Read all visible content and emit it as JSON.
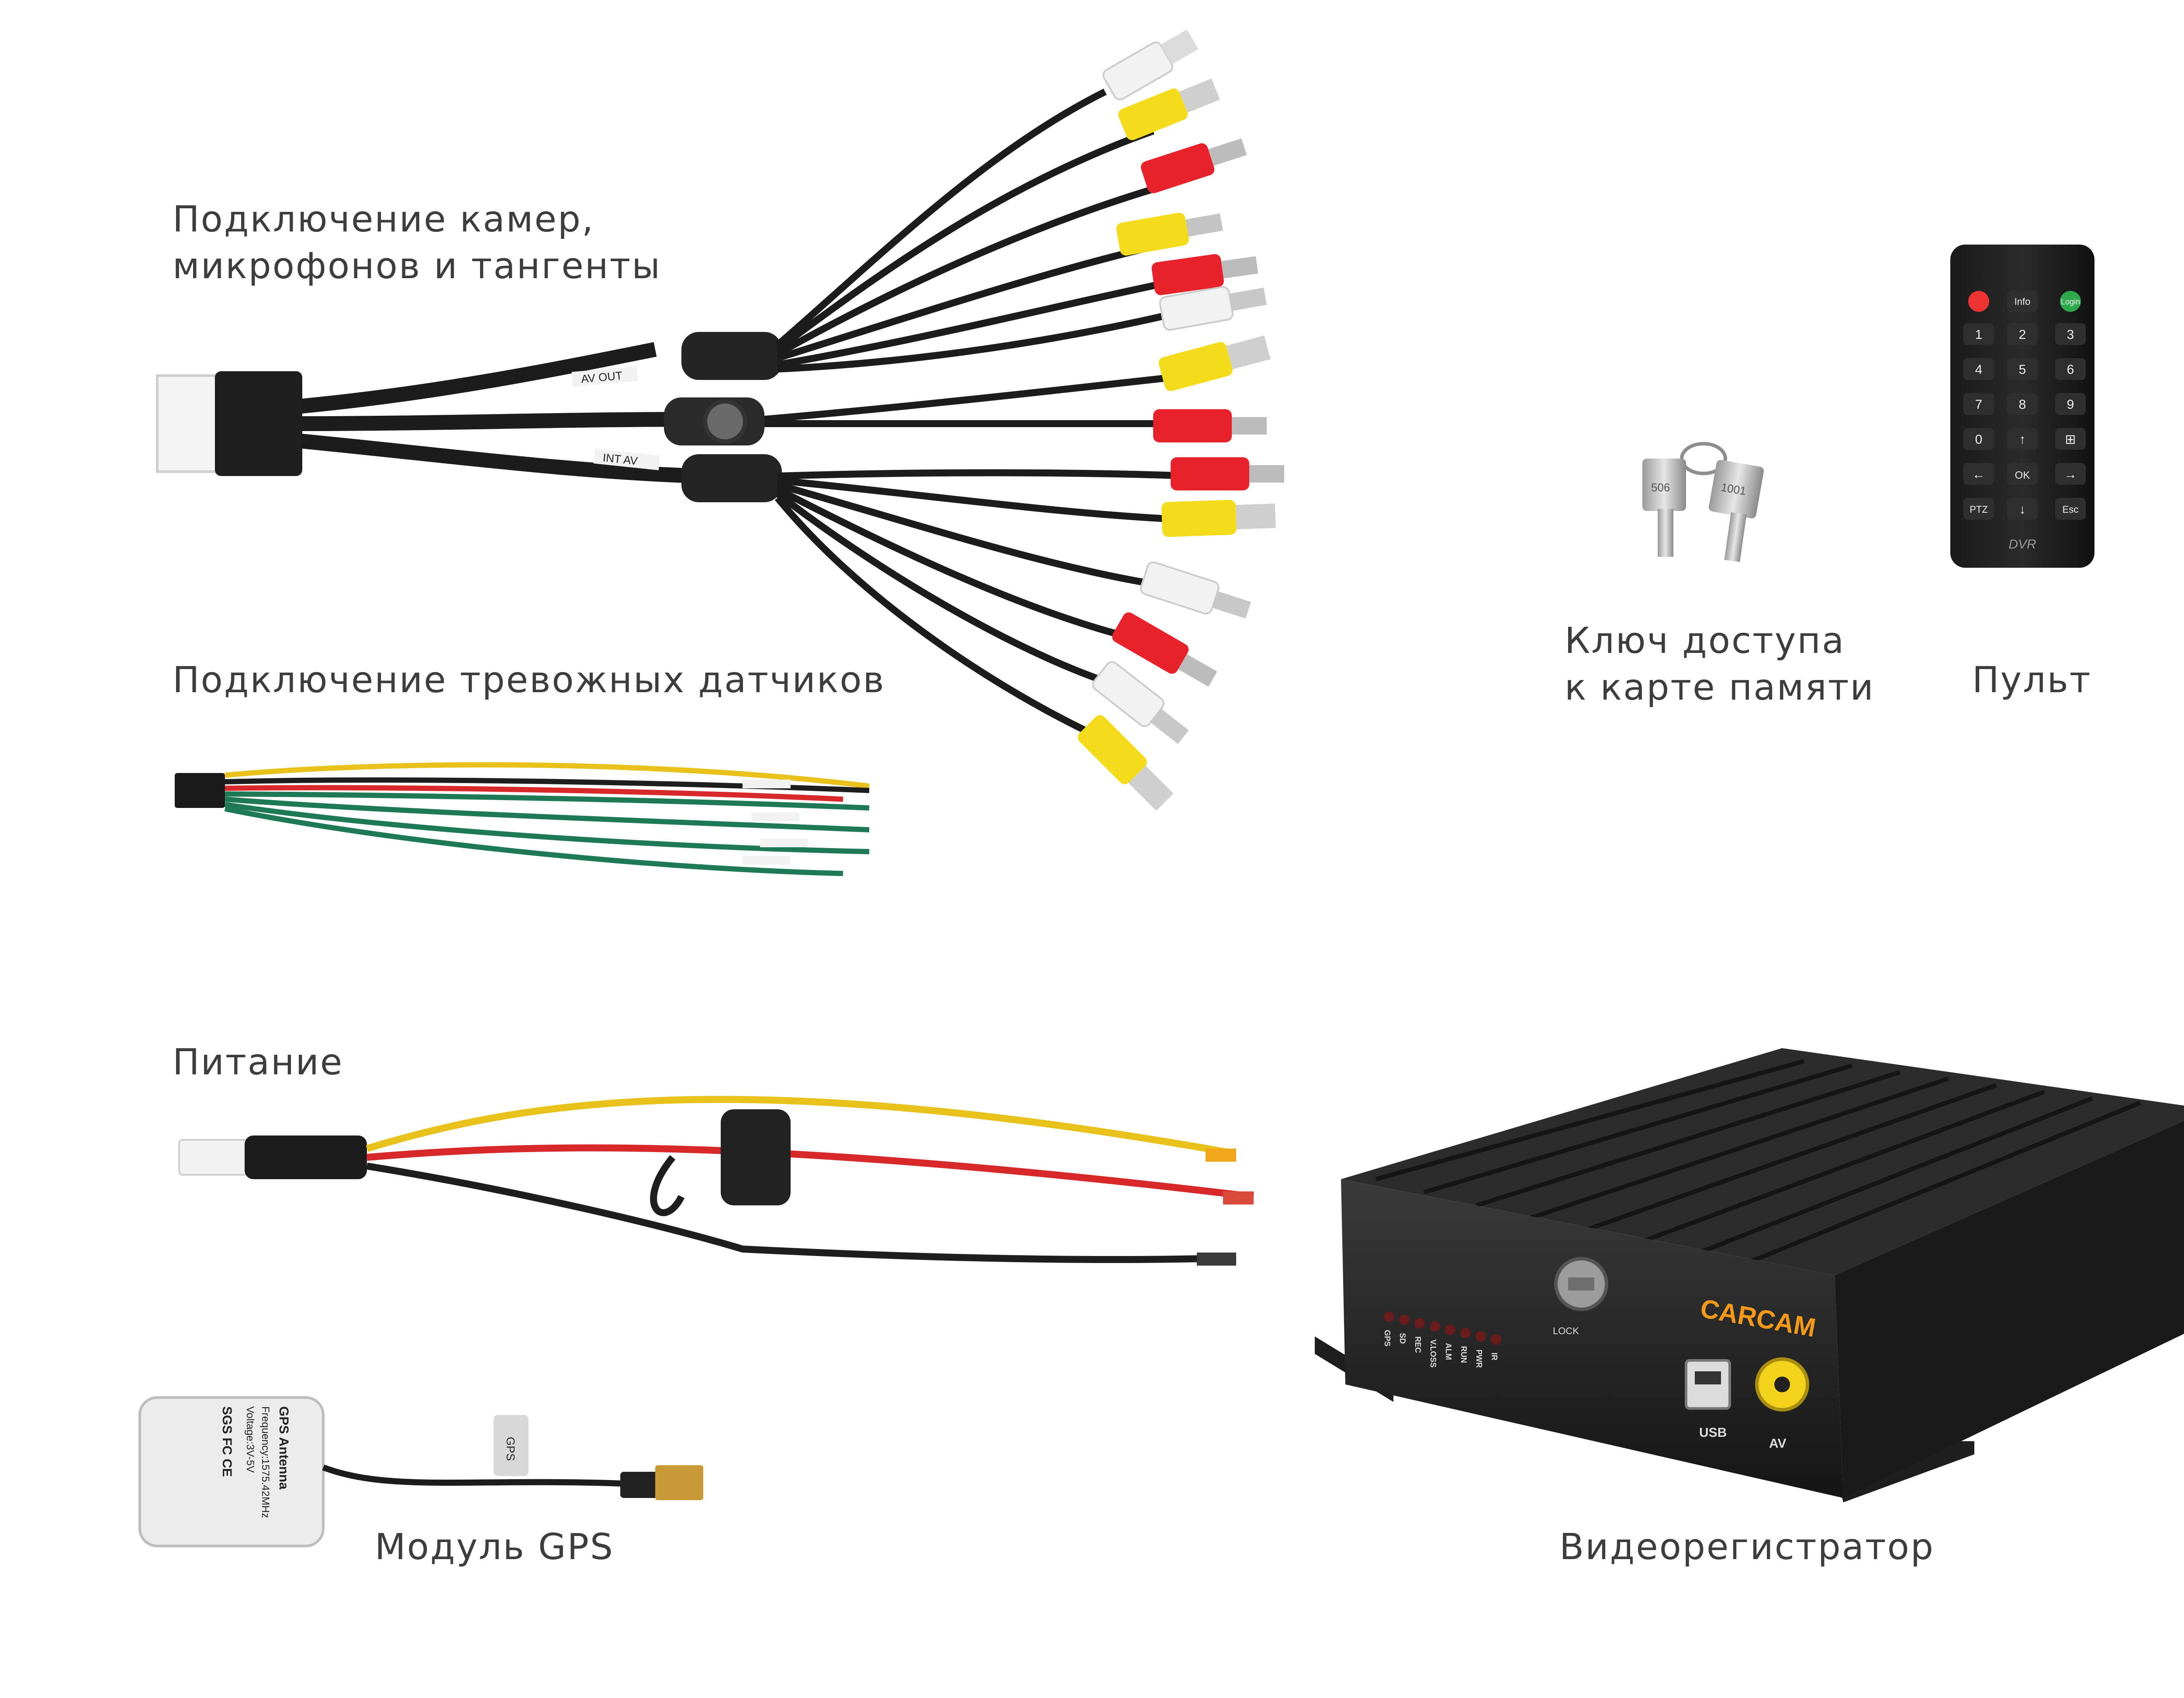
{
  "labels": {
    "cameras_line1": "Подключение камер,",
    "cameras_line2": "микрофонов и тангенты",
    "alarm": "Подключение тревожных датчиков",
    "power": "Питание",
    "gps": "Модуль GPS",
    "key_line1": "Ключ доступа",
    "key_line2": "к карте памяти",
    "remote": "Пульт",
    "dvr": "Видеорегистратор"
  },
  "cable_tags": {
    "av_out": "AV OUT",
    "int_av": "INT AV"
  },
  "remote_buttons": {
    "info": "Info",
    "login": "Login",
    "n1": "1",
    "n2": "2",
    "n3": "3",
    "n4": "4",
    "n5": "5",
    "n6": "6",
    "n7": "7",
    "n8": "8",
    "n9": "9",
    "n0": "0",
    "up": "↑",
    "grid": "⊞",
    "left": "←",
    "ok": "OK",
    "right": "→",
    "ptz": "PTZ",
    "down": "↓",
    "esc": "Esc",
    "brand": "DVR"
  },
  "gps_module": {
    "title": "GPS Antenna",
    "frequency": "Frequency:1575.42MHz",
    "voltage": "Voltage:3V-5V",
    "marks": "SGS  FC  CE",
    "tag": "GPS"
  },
  "dvr_device": {
    "brand": "CARCAM",
    "lock": "LOCK",
    "usb": "USB",
    "av": "AV",
    "leds": [
      "GPS",
      "SD",
      "REC",
      "V.LOSS",
      "ALM",
      "RUN",
      "PWR",
      "IR"
    ]
  },
  "key_tags": {
    "left": "506",
    "right": "1001"
  },
  "colors": {
    "rca_yellow": "#f4dc1c",
    "rca_red": "#e8222b",
    "rca_white": "#f2f2f2",
    "cable_black": "#1c1c1c",
    "wire_green": "#1e7a55",
    "wire_yellow": "#e8c21a",
    "wire_red": "#d7282a",
    "brand_orange": "#f39a1b"
  }
}
